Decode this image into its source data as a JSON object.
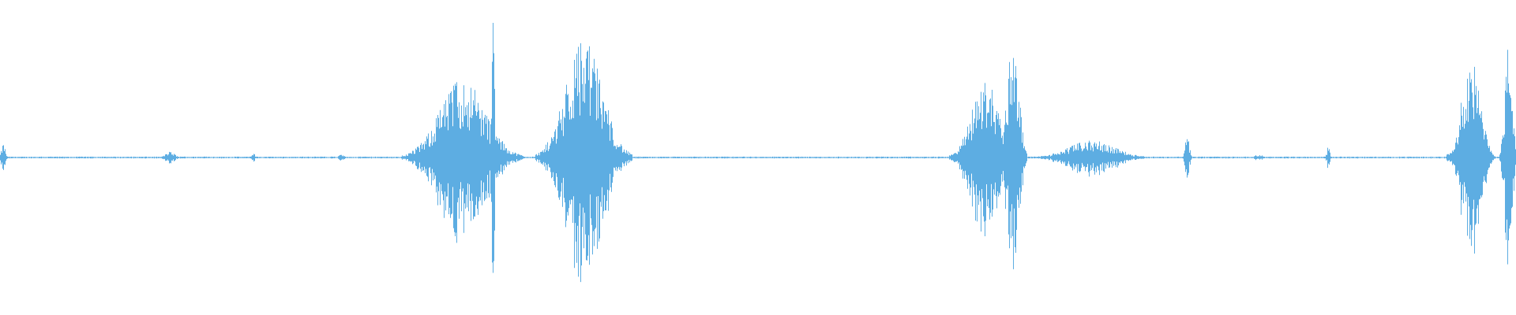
{
  "waveform": {
    "color": "#5dade2",
    "background": "#ffffff",
    "style": "mirrored amplitude envelope",
    "segments": [
      {
        "center": 0.002,
        "width": 0.004,
        "amp": 0.1
      },
      {
        "center": 0.112,
        "width": 0.01,
        "amp": 0.04
      },
      {
        "center": 0.167,
        "width": 0.003,
        "amp": 0.04
      },
      {
        "center": 0.225,
        "width": 0.006,
        "amp": 0.02
      },
      {
        "center": 0.305,
        "width": 0.05,
        "amp": 0.55
      },
      {
        "center": 0.325,
        "width": 0.003,
        "amp": 0.95
      },
      {
        "center": 0.385,
        "width": 0.04,
        "amp": 0.82
      },
      {
        "center": 0.65,
        "width": 0.03,
        "amp": 0.55
      },
      {
        "center": 0.668,
        "width": 0.012,
        "amp": 0.9
      },
      {
        "center": 0.72,
        "width": 0.05,
        "amp": 0.12
      },
      {
        "center": 0.783,
        "width": 0.004,
        "amp": 0.18
      },
      {
        "center": 0.83,
        "width": 0.01,
        "amp": 0.02
      },
      {
        "center": 0.876,
        "width": 0.003,
        "amp": 0.08
      },
      {
        "center": 0.97,
        "width": 0.02,
        "amp": 0.7
      },
      {
        "center": 0.995,
        "width": 0.008,
        "amp": 0.82
      }
    ],
    "baseline_amp": 0.006
  }
}
